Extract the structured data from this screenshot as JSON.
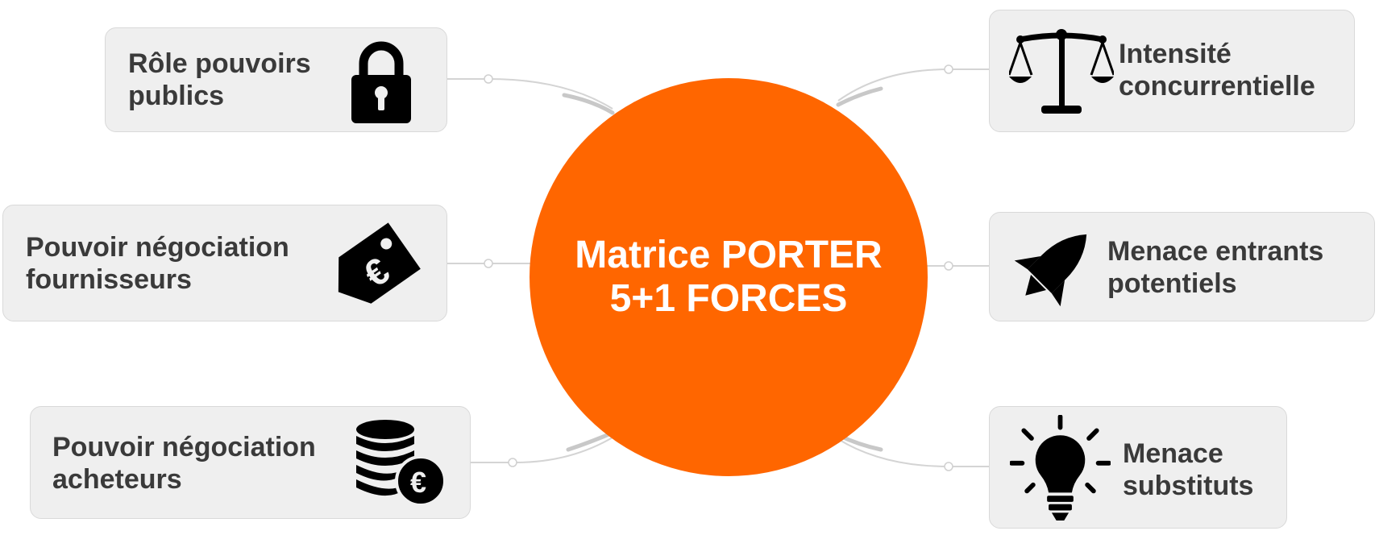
{
  "center": {
    "line1": "Matrice PORTER",
    "line2": "5+1 FORCES",
    "color": "#ff6600"
  },
  "forces": [
    {
      "id": "role-pouvoirs-publics",
      "line1": "Rôle pouvoirs",
      "line2": "publics",
      "icon": "lock-icon"
    },
    {
      "id": "pouvoir-negociation-fournisseurs",
      "line1": "Pouvoir négociation",
      "line2": "fournisseurs",
      "icon": "euro-price-tag-icon"
    },
    {
      "id": "pouvoir-negociation-acheteurs",
      "line1": "Pouvoir négociation",
      "line2": "acheteurs",
      "icon": "euro-coins-icon"
    },
    {
      "id": "intensite-concurrentielle",
      "line1": "Intensité",
      "line2": "concurrentielle",
      "icon": "scales-icon"
    },
    {
      "id": "menace-entrants-potentiels",
      "line1": "Menace entrants",
      "line2": "potentiels",
      "icon": "rocket-icon"
    },
    {
      "id": "menace-substituts",
      "line1": "Menace",
      "line2": "substituts",
      "icon": "lightbulb-icon"
    }
  ],
  "colors": {
    "node_background": "#efefef",
    "node_border": "#d9d9d9",
    "connector": "#cccccc",
    "text": "#3a3a3a",
    "icon": "#000000"
  }
}
